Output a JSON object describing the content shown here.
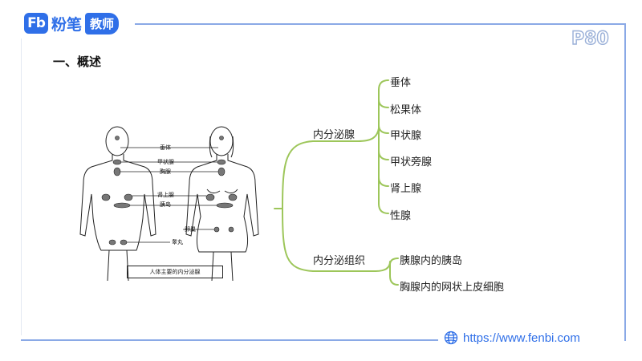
{
  "brand": {
    "mark": "Fb",
    "name": "粉笔",
    "badge": "教师"
  },
  "page_number": "P80",
  "section_title": "一、概述",
  "figure": {
    "labels": [
      "垂体",
      "甲状腺",
      "胸腺",
      "肾上腺",
      "胰岛",
      "卵巢",
      "睾丸"
    ],
    "caption": "人体主要的内分泌腺"
  },
  "mindmap": {
    "branches": [
      {
        "label": "内分泌腺",
        "children": [
          "垂体",
          "松果体",
          "甲状腺",
          "甲状旁腺",
          "肾上腺",
          "性腺"
        ]
      },
      {
        "label": "内分泌组织",
        "children": [
          "胰腺内的胰岛",
          "胸腺内的网状上皮细胞"
        ]
      }
    ],
    "line_color": "#9dc65a"
  },
  "footer": {
    "url": "https://www.fenbi.com",
    "icon": "globe-icon"
  },
  "colors": {
    "brand": "#2f6fe8",
    "frame": "#8aa9e6"
  }
}
